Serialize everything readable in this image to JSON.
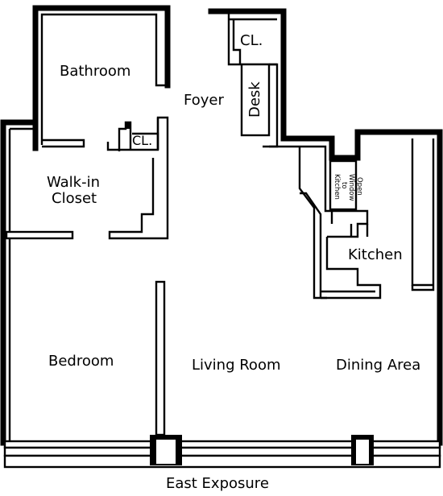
{
  "rooms": {
    "bathroom": "Bathroom",
    "foyer": "Foyer",
    "closet_top": "CL.",
    "closet_mid": "CL.",
    "desk": "Desk",
    "walk_in_closet_line1": "Walk-in",
    "walk_in_closet_line2": "Closet",
    "kitchen": "Kitchen",
    "bedroom": "Bedroom",
    "living_room": "Living Room",
    "dining_area": "Dining Area"
  },
  "window_note": {
    "line1": "Open",
    "line2": "Window",
    "line3": "to",
    "line4": "Kitchen"
  },
  "exposure": "East Exposure"
}
